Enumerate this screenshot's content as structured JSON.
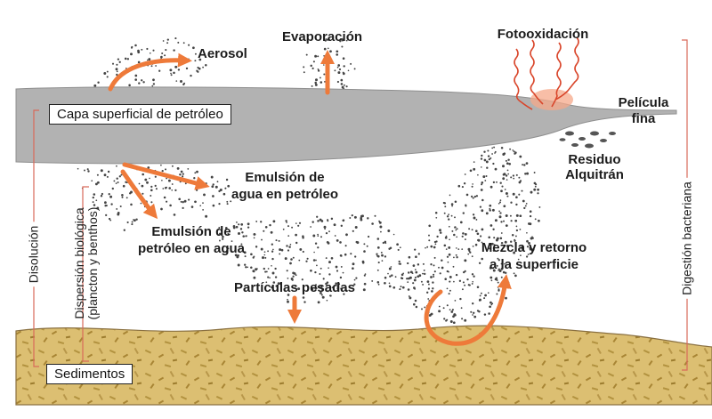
{
  "labels": {
    "aerosol": "Aerosol",
    "evaporation": "Evaporación",
    "photooxidation": "Fotooxidación",
    "surface_layer": "Capa superficial de petróleo",
    "thin_film_1": "Película",
    "thin_film_2": "fina",
    "tar_residue_1": "Residuo",
    "tar_residue_2": "Alquitrán",
    "water_in_oil_1": "Emulsión de",
    "water_in_oil_2": "agua en petróleo",
    "oil_in_water_1": "Emulsión de",
    "oil_in_water_2": "petróleo en agua",
    "mixing_1": "Mezcla y retorno",
    "mixing_2": "a la superficie",
    "heavy_particles": "Partículas pesadas",
    "sediments": "Sedimentos",
    "dissolution": "Disolución",
    "bio_dispersion_1": "Dispersión biológica",
    "bio_dispersion_2": "(plancton y benthos)",
    "bacterial_digestion": "Digestión bacteriana"
  },
  "colors": {
    "arrow": "#ee7a3a",
    "oil": "#b2b2b2",
    "sediment": "#dcbf72",
    "bracket": "#d96a5a",
    "wave": "#d9452a"
  }
}
